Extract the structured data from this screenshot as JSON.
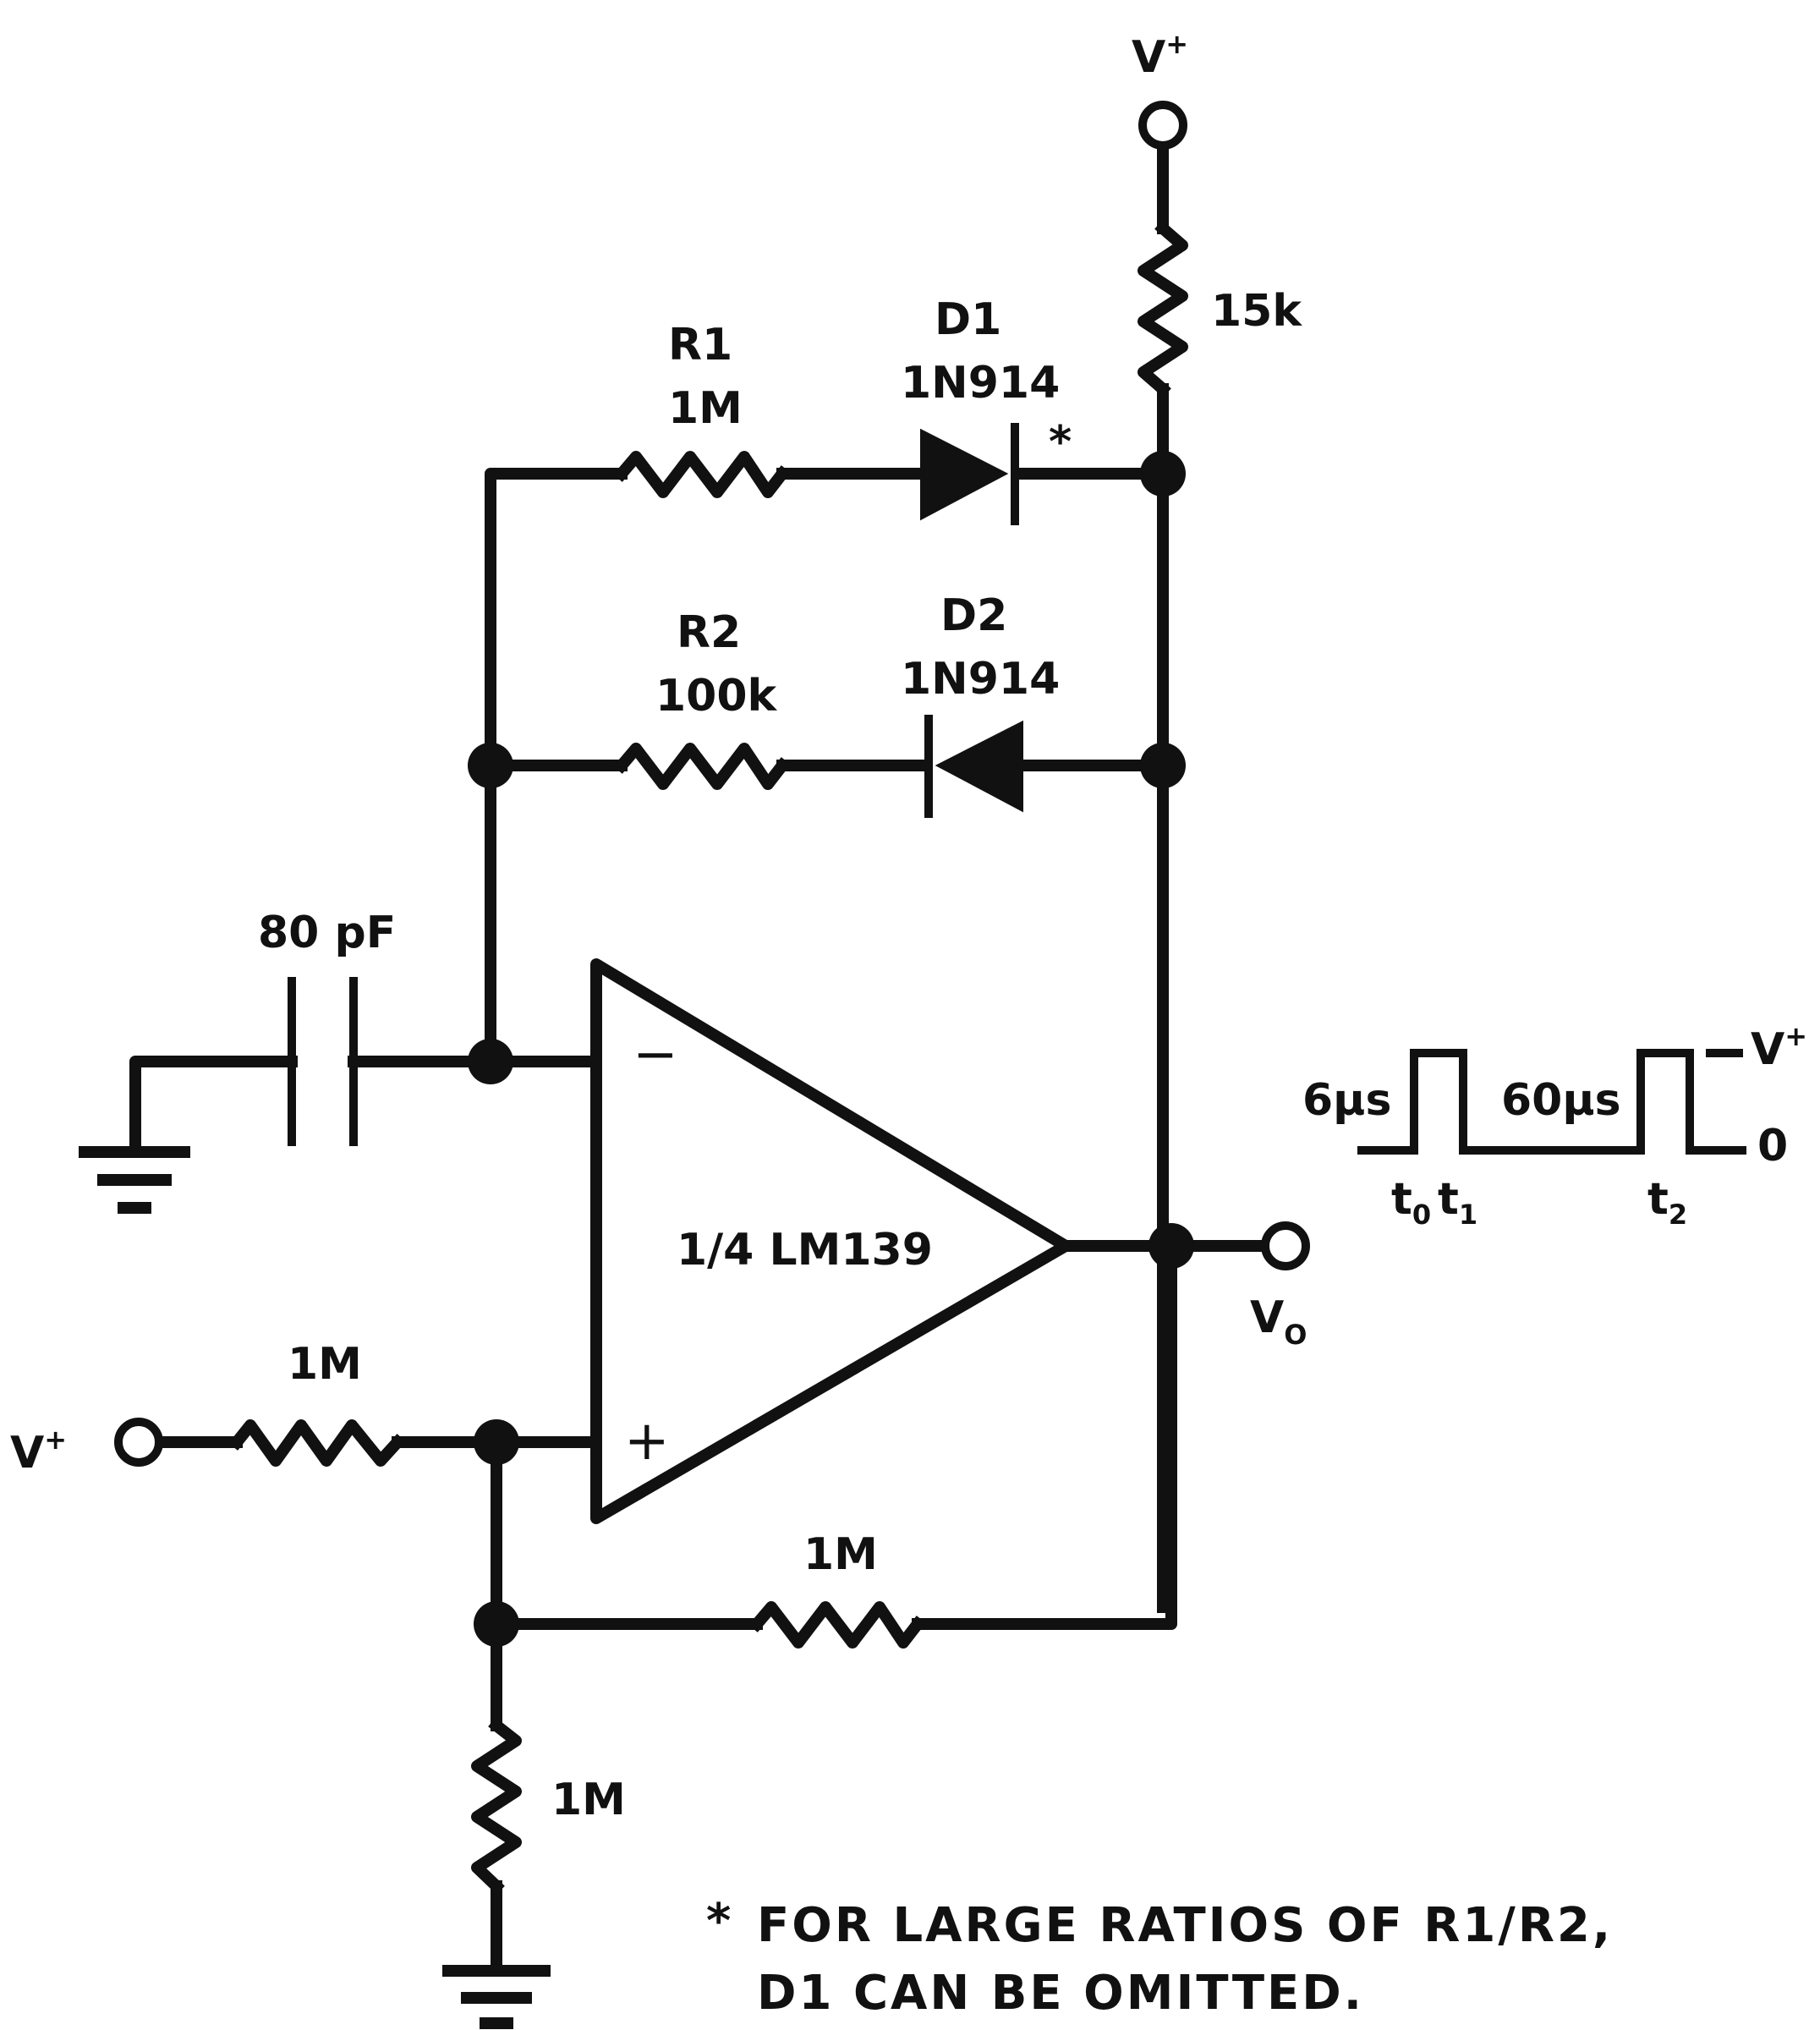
{
  "diagram": {
    "supply_top": {
      "main": "V",
      "sup": "+"
    },
    "supply_left": {
      "main": "V",
      "sup": "+"
    },
    "r_supply": {
      "value": "15k"
    },
    "r1": {
      "name": "R1",
      "value": "1M"
    },
    "d1": {
      "name": "D1",
      "part": "1N914",
      "asterisk": "*"
    },
    "r2": {
      "name": "R2",
      "value": "100k"
    },
    "d2": {
      "name": "D2",
      "part": "1N914"
    },
    "capacitor": {
      "value": "80 pF"
    },
    "comparator": {
      "label": "1/4 LM139",
      "minus": "−",
      "plus": "+"
    },
    "r_input": {
      "value": "1M"
    },
    "r_feedback": {
      "value": "1M"
    },
    "r_ground": {
      "value": "1M"
    },
    "output": {
      "main": "V",
      "sub": "O"
    },
    "waveform": {
      "pulse_width": "6μs",
      "period": "60μs",
      "level_high_main": "V",
      "level_high_sup": "+",
      "level_low": "0",
      "t0": {
        "main": "t",
        "sub": "0"
      },
      "t1": {
        "main": "t",
        "sub": "1"
      },
      "t2": {
        "main": "t",
        "sub": "2"
      }
    },
    "note": {
      "asterisk": "*",
      "line1": "FOR LARGE RATIOS OF R1/R2,",
      "line2": "D1 CAN BE OMITTED."
    }
  }
}
